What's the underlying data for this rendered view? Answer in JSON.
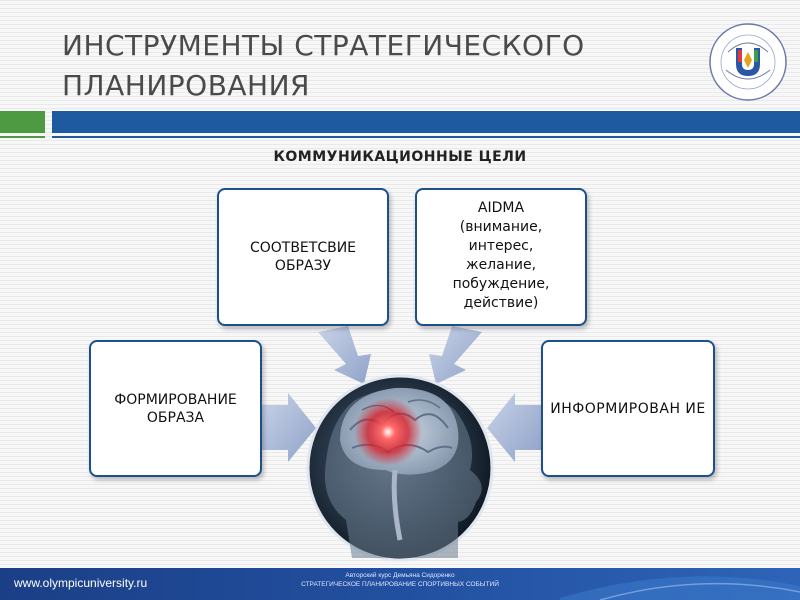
{
  "slide": {
    "title": "ИНСТРУМЕНТЫ СТРАТЕГИЧЕСКОГО ПЛАНИРОВАНИЯ",
    "subtitle": "КОММУНИКАЦИОННЫЕ ЦЕЛИ"
  },
  "diagram": {
    "boxes": [
      {
        "label": "СООТВЕТСВИЕ ОБРАЗУ"
      },
      {
        "label": "AIDMA\n(внимание,\nинтерес,\nжелание,\nпобуждение,\nдействие)"
      },
      {
        "label": "ФОРМИРОВАНИЕ ОБРАЗА"
      },
      {
        "label": "ИНФОРМИРОВАН ИЕ"
      }
    ],
    "center_image": "brain-head-illustration"
  },
  "footer": {
    "url": "www.olympicuniversity.ru",
    "author": "Авторский курс Демьяна Сидоренко",
    "course": "СТРАТЕГИЧЕСКОЕ ПЛАНИРОВАНИЕ СПОРТИВНЫХ СОБЫТИЙ"
  },
  "colors": {
    "accent_blue": "#1e5aa0",
    "accent_green": "#4e9a43",
    "box_border": "#1d4f8f",
    "arrow": "#a9b8d6"
  },
  "icons": {
    "logo": "olympic-university-logo"
  }
}
